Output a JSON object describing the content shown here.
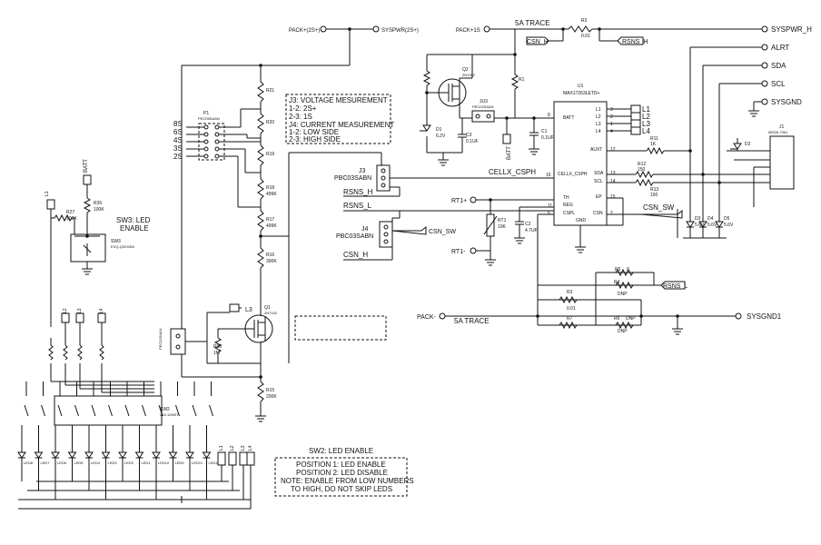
{
  "ports": {
    "pack_pos_2s": "PACK+(2S+)",
    "syspwr_2s": "SYSPWR(2S+)",
    "pack_pos_1s": "PACK+1S",
    "syspwr_h": "SYSPWR_H",
    "alrt": "ALRT",
    "sda": "SDA",
    "scl": "SCL",
    "sysgnd": "SYSGND",
    "pack_neg": "PACK-",
    "sysgnd1": "SYSGND1",
    "rt1_pos": "RT1+",
    "rt1_neg": "RT1-"
  },
  "nets": {
    "trace_5a_top": "5A TRACE",
    "trace_5a_bottom": "5A TRACE",
    "csn_h_top": "CSN_H",
    "rsns_h_top": "RSNS_H",
    "rsns_h": "RSNS_H",
    "rsns_l": "RSNS_L",
    "rsns_l_right": "RSNS_L",
    "csn_sw": "CSN_SW",
    "csn_sw_j4": "CSN_SW",
    "csn_h": "CSN_H",
    "cellx_csph": "CELLX_CSPH",
    "batt_left": "BATT",
    "batt_mid": "BATT"
  },
  "cell_taps": [
    "8S",
    "6S",
    "4S",
    "3S",
    "2S"
  ],
  "j3": {
    "ref": "J3",
    "part": "PBC03SABN"
  },
  "j4": {
    "ref": "J4",
    "part": "PBC03SABN"
  },
  "u1": {
    "ref": "U1",
    "part": "MAX17263LETD+",
    "pins_left": [
      "BATT",
      "CELLX_CSPH",
      "TH",
      "REG",
      "CSPL",
      "GND"
    ],
    "pins_right": [
      "L1",
      "L2",
      "L3",
      "L4",
      "AUXT",
      "SDA",
      "SCL",
      "EP",
      "CSN"
    ],
    "pin_numbers_left": [
      "8",
      "16",
      "",
      "11",
      "6",
      "",
      "9"
    ],
    "pin_numbers_right": [
      "3",
      "2",
      "1",
      "4",
      "12",
      "13",
      "14",
      "15",
      "7"
    ]
  },
  "led_nets": [
    "L1",
    "L2",
    "L3",
    "L4"
  ],
  "sw3": {
    "title": "SW3: LED",
    "title2": "ENABLE",
    "ref": "SW3",
    "part": "EVQ-Q2K03W"
  },
  "sw2": {
    "ref": "SW2",
    "part": "219-12MST"
  },
  "j3_note": {
    "title": "J3: VOLTAGE MESUREMENT",
    "l1": "1-2: 2S+",
    "l2": "2-3: 1S",
    "l3": "J4: CURRENT MEASUREMENT",
    "l4": "1-2: LOW SIDE",
    "l5": "2-3: HIGH SIDE"
  },
  "sw2_note": {
    "title": "SW2: LED ENABLE",
    "l1": "POSITION 1: LED ENABLE",
    "l2": "POSITION 2: LED DISABLE",
    "l3": "NOTE: ENABLE FROM LOW NUMBERS",
    "l4": "TO HIGH, DO NOT SKIP LEDS"
  },
  "components": {
    "r21": "R21",
    "r20": "R20",
    "r19": "R19",
    "r18": "R18",
    "r18v": "499K",
    "r17": "R17",
    "r17v": "499K",
    "r16": "R16",
    "r16v": "300K",
    "r15": "R15",
    "r15v": "200K",
    "r30": "R30",
    "r30v": "1M",
    "r26": "R26",
    "r26v": "100K",
    "r27": "R27",
    "r27v": "100K",
    "r1": "R1",
    "r11": "R11",
    "r11v": "1K",
    "r12": "R12",
    "r12v": "150",
    "r13": "R13",
    "r13v": "150",
    "r2": "R2",
    "r2v": "0.01",
    "r3": "R3",
    "r3v": "0.01",
    "r4": "R4",
    "r4v": "DNP",
    "r5": "R5",
    "r5v": "0",
    "r6": "R6",
    "r6v": "DNP",
    "r7": "R7",
    "r7v": "0",
    "rt1": "RT1",
    "rt1v": "10K",
    "c1": "C1",
    "c1v": "0.1UF",
    "c2": "C2",
    "c2v": "4.7UF",
    "c3": "C3",
    "c3v": "0.1UF",
    "q1": "Q1",
    "q1p": "2N7102",
    "q2": "Q2",
    "q2p": "2N7002",
    "p1": "P1",
    "p1p": "PEC05DAAN",
    "j1": "J1",
    "j1p": "95026-7961",
    "j2": "J2",
    "j2p": "PEC02SAAN",
    "jj3": "JU3",
    "jj3p": "PEC02SAAN",
    "d1": "D1",
    "d1v": "6.2V",
    "d3": "D3",
    "d4": "D4",
    "d5": "D5",
    "d2": "D2",
    "dv": "5.6V",
    "l3": "L3",
    "l1": "L1"
  },
  "leds": [
    "LED8",
    "LED7",
    "LED6",
    "LED5",
    "LED4",
    "LED3",
    "LED2",
    "LED1",
    "LED10",
    "LED9",
    "LED11",
    "LED15"
  ],
  "led_tags": [
    "L1",
    "L2",
    "L3",
    "L4"
  ]
}
